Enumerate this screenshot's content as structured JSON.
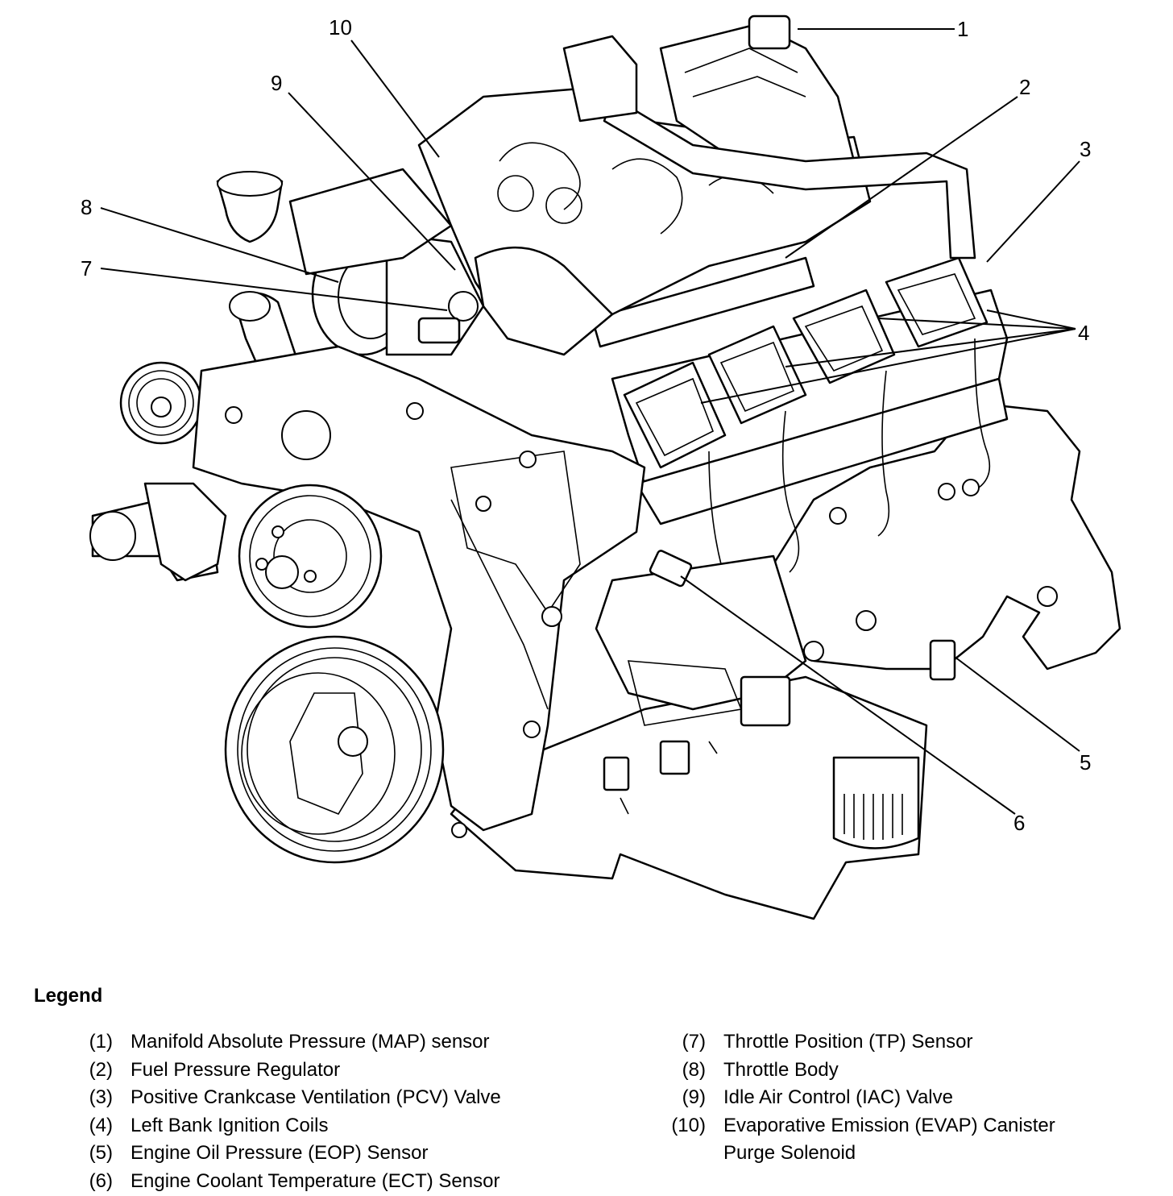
{
  "callouts": [
    {
      "id": "1",
      "label": "1"
    },
    {
      "id": "2",
      "label": "2"
    },
    {
      "id": "3",
      "label": "3"
    },
    {
      "id": "4",
      "label": "4"
    },
    {
      "id": "5",
      "label": "5"
    },
    {
      "id": "6",
      "label": "6"
    },
    {
      "id": "7",
      "label": "7"
    },
    {
      "id": "8",
      "label": "8"
    },
    {
      "id": "9",
      "label": "9"
    },
    {
      "id": "10",
      "label": "10"
    }
  ],
  "legend": {
    "title": "Legend",
    "left": [
      {
        "num": "(1)",
        "text": "Manifold Absolute Pressure (MAP) sensor"
      },
      {
        "num": "(2)",
        "text": "Fuel Pressure Regulator"
      },
      {
        "num": "(3)",
        "text": "Positive Crankcase Ventilation (PCV) Valve"
      },
      {
        "num": "(4)",
        "text": "Left Bank Ignition Coils"
      },
      {
        "num": "(5)",
        "text": "Engine Oil Pressure (EOP) Sensor"
      },
      {
        "num": "(6)",
        "text": "Engine Coolant Temperature (ECT) Sensor"
      }
    ],
    "right": [
      {
        "num": "(7)",
        "text": "Throttle Position (TP) Sensor"
      },
      {
        "num": "(8)",
        "text": "Throttle Body"
      },
      {
        "num": "(9)",
        "text": "Idle Air Control (IAC) Valve"
      },
      {
        "num": "(10)",
        "text": "Evaporative Emission (EVAP) Canister",
        "text2": "Purge Solenoid"
      }
    ]
  }
}
